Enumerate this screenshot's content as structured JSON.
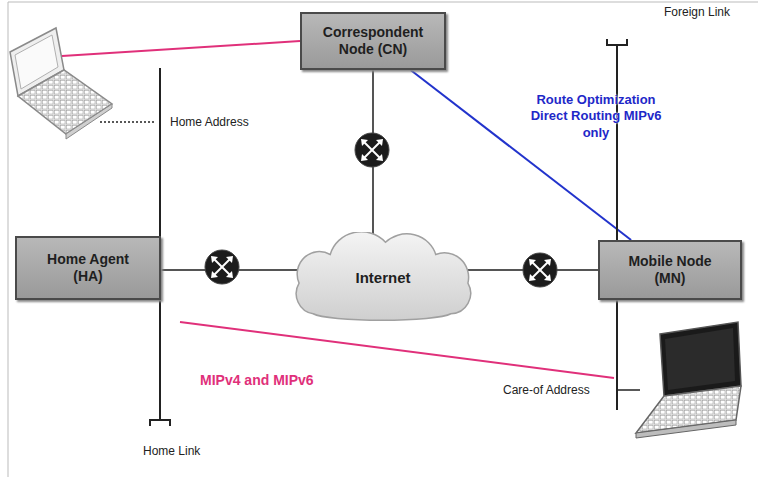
{
  "diagram": {
    "nodes": [
      {
        "text": [
          "Correspondent Node (CN)"
        ]
      },
      {
        "text": [
          "Home Agent (HA)"
        ]
      },
      {
        "text": [
          "Internet"
        ]
      },
      {
        "text": [
          "Mobile Node (MN)"
        ]
      }
    ],
    "edges": [
      {
        "from": 1,
        "to": 2,
        "arrow": "none"
      },
      {
        "from": 2,
        "to": 3,
        "arrow": "none"
      },
      {
        "from": 0,
        "to": 2,
        "arrow": "none"
      },
      {
        "from": 0,
        "to": 3,
        "label": "Route Optimization Direct Routing MIPv6 only",
        "arrow": "none"
      }
    ],
    "labels": [
      "Foreign Link",
      "Home Address",
      "MIPv4 and MIPv6",
      "Care-of Address",
      "Home Link"
    ]
  }
}
